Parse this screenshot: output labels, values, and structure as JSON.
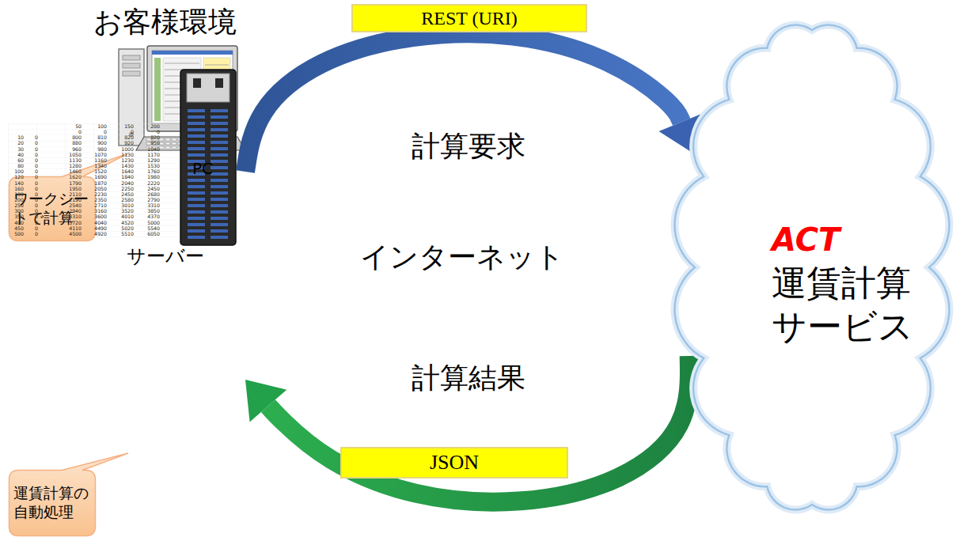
{
  "diagram": {
    "title": "お客様環境",
    "nodes": [
      {
        "text": [
          "PC"
        ]
      },
      {
        "text": [
          "ワークシートで計算"
        ]
      },
      {
        "text": [
          "REST (URI)"
        ]
      },
      {
        "text": [
          "ACT",
          "運賃計算 サービス"
        ]
      },
      {
        "text": [
          "サーバー"
        ]
      },
      {
        "text": [
          "運賃計算の自動処理"
        ]
      },
      {
        "text": [
          "JSON"
        ]
      }
    ],
    "edges": [
      {
        "from": 0,
        "to": 3,
        "arrow": "to"
      },
      {
        "from": 3,
        "to": 4,
        "arrow": "to"
      }
    ],
    "labels": [
      "計算要求",
      "インターネット",
      "計算結果",
      "50",
      "100",
      "150",
      "200",
      "0",
      "0",
      "0",
      "0",
      "10",
      "0",
      "800",
      "810",
      "820",
      "820",
      "20",
      "0",
      "880",
      "900",
      "920",
      "950",
      "30",
      "0",
      "960",
      "980",
      "1000",
      "1040",
      "40",
      "0",
      "1050",
      "1070",
      "1130",
      "1170",
      "60",
      "0",
      "1130",
      "1160",
      "1230",
      "1290",
      "80",
      "0",
      "1280",
      "1340",
      "1430",
      "1530",
      "100",
      "0",
      "1460",
      "1520",
      "1640",
      "1760",
      "120",
      "0",
      "1620",
      "1690",
      "1840",
      "1980",
      "140",
      "0",
      "1790",
      "1870",
      "2040",
      "2220",
      "160",
      "0",
      "1950",
      "2050",
      "2250",
      "2450",
      "180",
      "0",
      "2110",
      "2230",
      "2450",
      "2680",
      "200",
      "0",
      "2190",
      "2350",
      "2580",
      "2790",
      "250",
      "0",
      "2540",
      "2710",
      "3010",
      "3310",
      "300",
      "0",
      "2940",
      "3160",
      "3520",
      "3850",
      "350",
      "0",
      "3310",
      "3600",
      "4010",
      "4370",
      "400",
      "0",
      "3720",
      "4040",
      "4520",
      "5000",
      "450",
      "0",
      "4110",
      "4490",
      "5020",
      "5540",
      "500",
      "0",
      "4500",
      "4920",
      "5510",
      "6050"
    ]
  }
}
